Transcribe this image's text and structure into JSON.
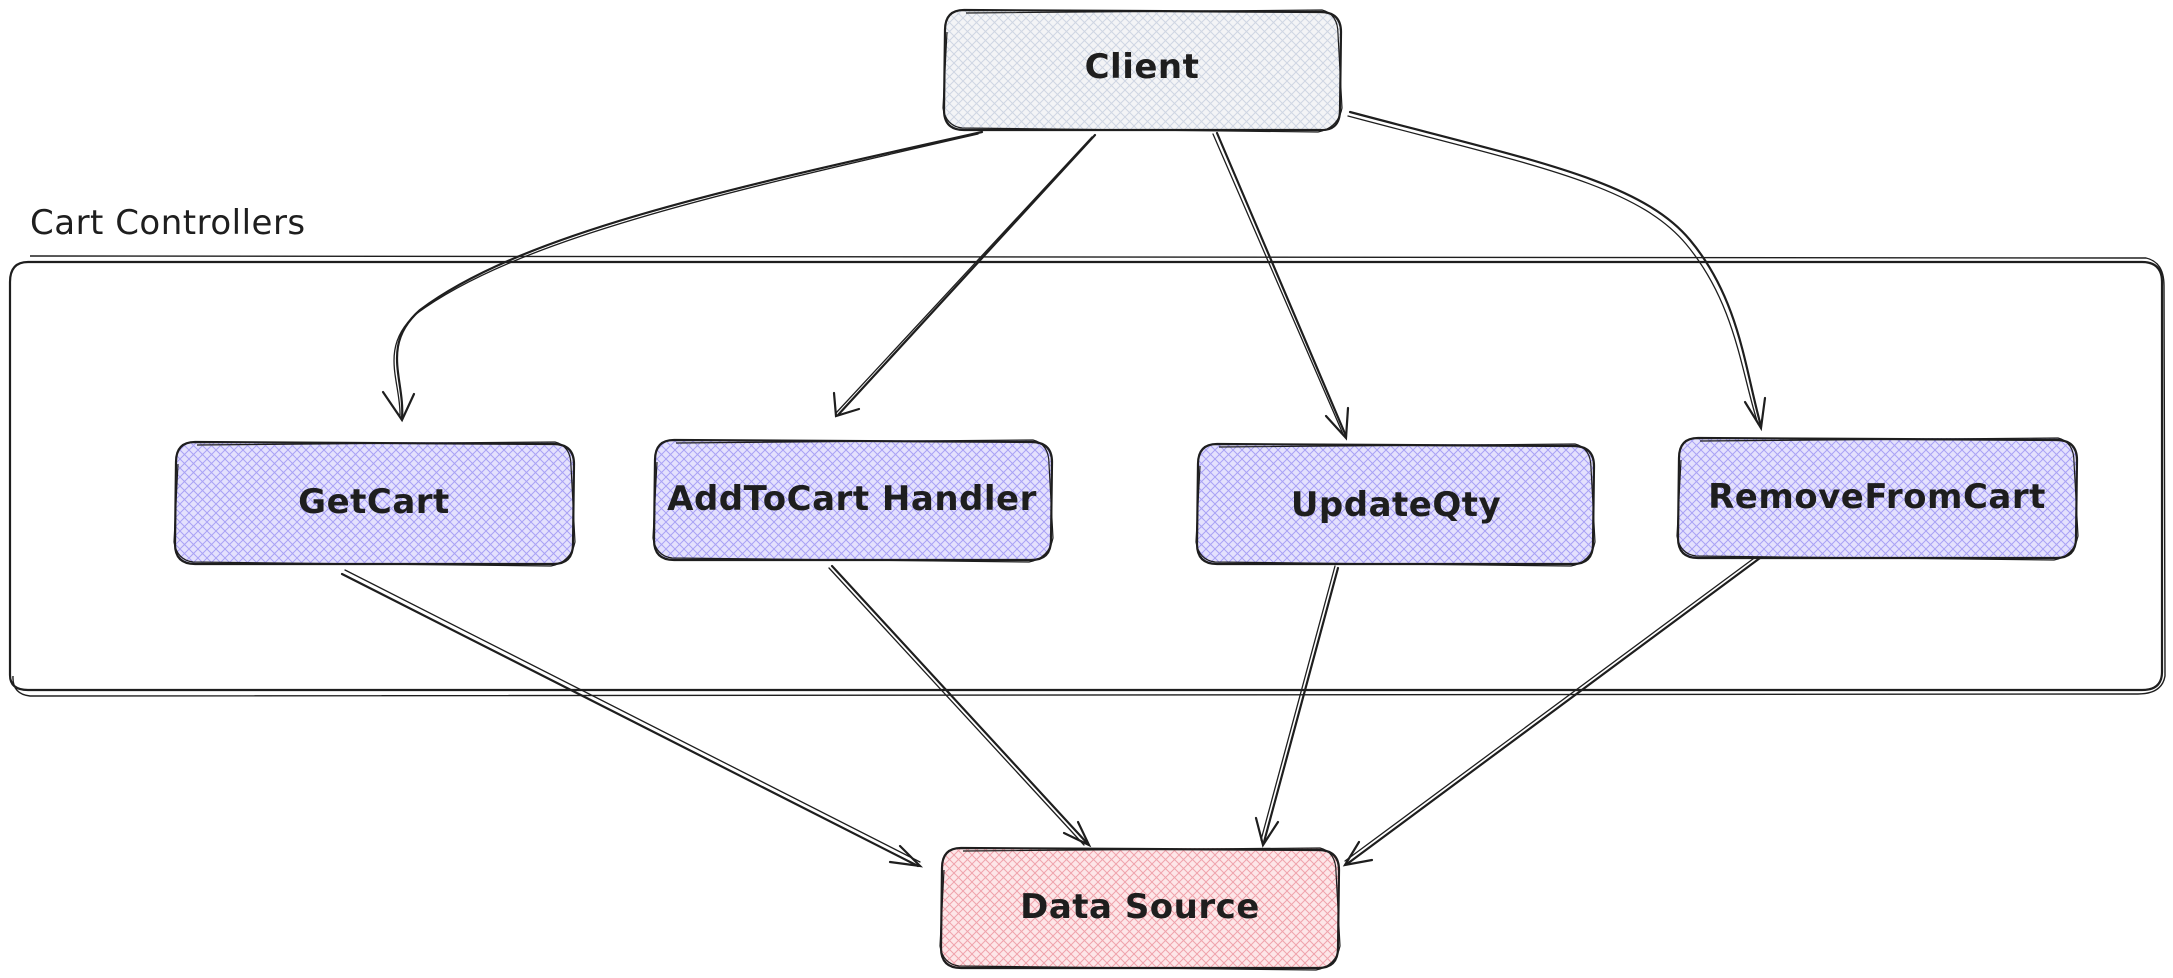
{
  "diagram": {
    "group": {
      "label": "Cart Controllers"
    },
    "nodes": {
      "client": {
        "label": "Client",
        "fill": "#f3f4f6"
      },
      "get_cart": {
        "label": "GetCart",
        "fill": "#d8d6fb"
      },
      "add_to_cart": {
        "label": "AddToCart Handler",
        "fill": "#d8d6fb"
      },
      "update_qty": {
        "label": "UpdateQty",
        "fill": "#d8d6fb"
      },
      "remove_from_cart": {
        "label": "RemoveFromCart",
        "fill": "#d8d6fb"
      },
      "data_source": {
        "label": "Data Source",
        "fill": "#fbd9dc"
      }
    },
    "colors": {
      "stroke": "#1e1e1e",
      "hatch_client": "#cfd6e3",
      "hatch_handler": "#a9a2f5",
      "hatch_data": "#f0a3ac"
    },
    "edges": [
      {
        "from": "Client",
        "to": "GetCart"
      },
      {
        "from": "Client",
        "to": "AddToCart Handler"
      },
      {
        "from": "Client",
        "to": "UpdateQty"
      },
      {
        "from": "Client",
        "to": "RemoveFromCart"
      },
      {
        "from": "GetCart",
        "to": "Data Source"
      },
      {
        "from": "AddToCart Handler",
        "to": "Data Source"
      },
      {
        "from": "UpdateQty",
        "to": "Data Source"
      },
      {
        "from": "RemoveFromCart",
        "to": "Data Source"
      }
    ]
  }
}
